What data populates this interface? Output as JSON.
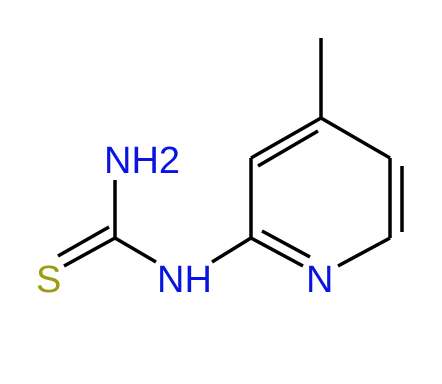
{
  "structure": {
    "labels": {
      "amine": "NH2",
      "sulfur": "S",
      "imine": "NH",
      "ring_nitrogen": "N"
    },
    "colors": {
      "bond": "#000000",
      "nitrogen": "#0a14e0",
      "sulfur": "#9c9c14",
      "background": "#ffffff"
    }
  }
}
